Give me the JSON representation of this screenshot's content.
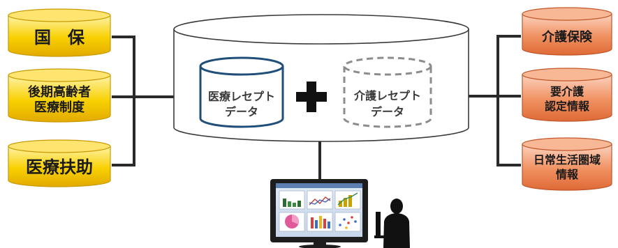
{
  "left_sources": [
    {
      "lines": [
        "国　保"
      ]
    },
    {
      "lines": [
        "後期高齢者",
        "医療制度"
      ]
    },
    {
      "lines": [
        "医療扶助"
      ]
    }
  ],
  "right_sources": [
    {
      "lines": [
        "介護保険"
      ]
    },
    {
      "lines": [
        "要介護",
        "認定情報"
      ]
    },
    {
      "lines": [
        "日常生活圏域",
        "情報"
      ]
    }
  ],
  "center": {
    "medical": [
      "医療レセプト",
      "データ"
    ],
    "care": [
      "介護レセプト",
      "データ"
    ]
  },
  "colors": {
    "left_fill": "#f5c400",
    "right_fill": "#f08a5a",
    "medical_border": "#1f4e79",
    "care_border": "#8c8c8c",
    "connector": "#2a2a2a"
  },
  "icons": [
    "plus-icon",
    "monitor-dashboard-icon",
    "person-silhouette-icon"
  ]
}
